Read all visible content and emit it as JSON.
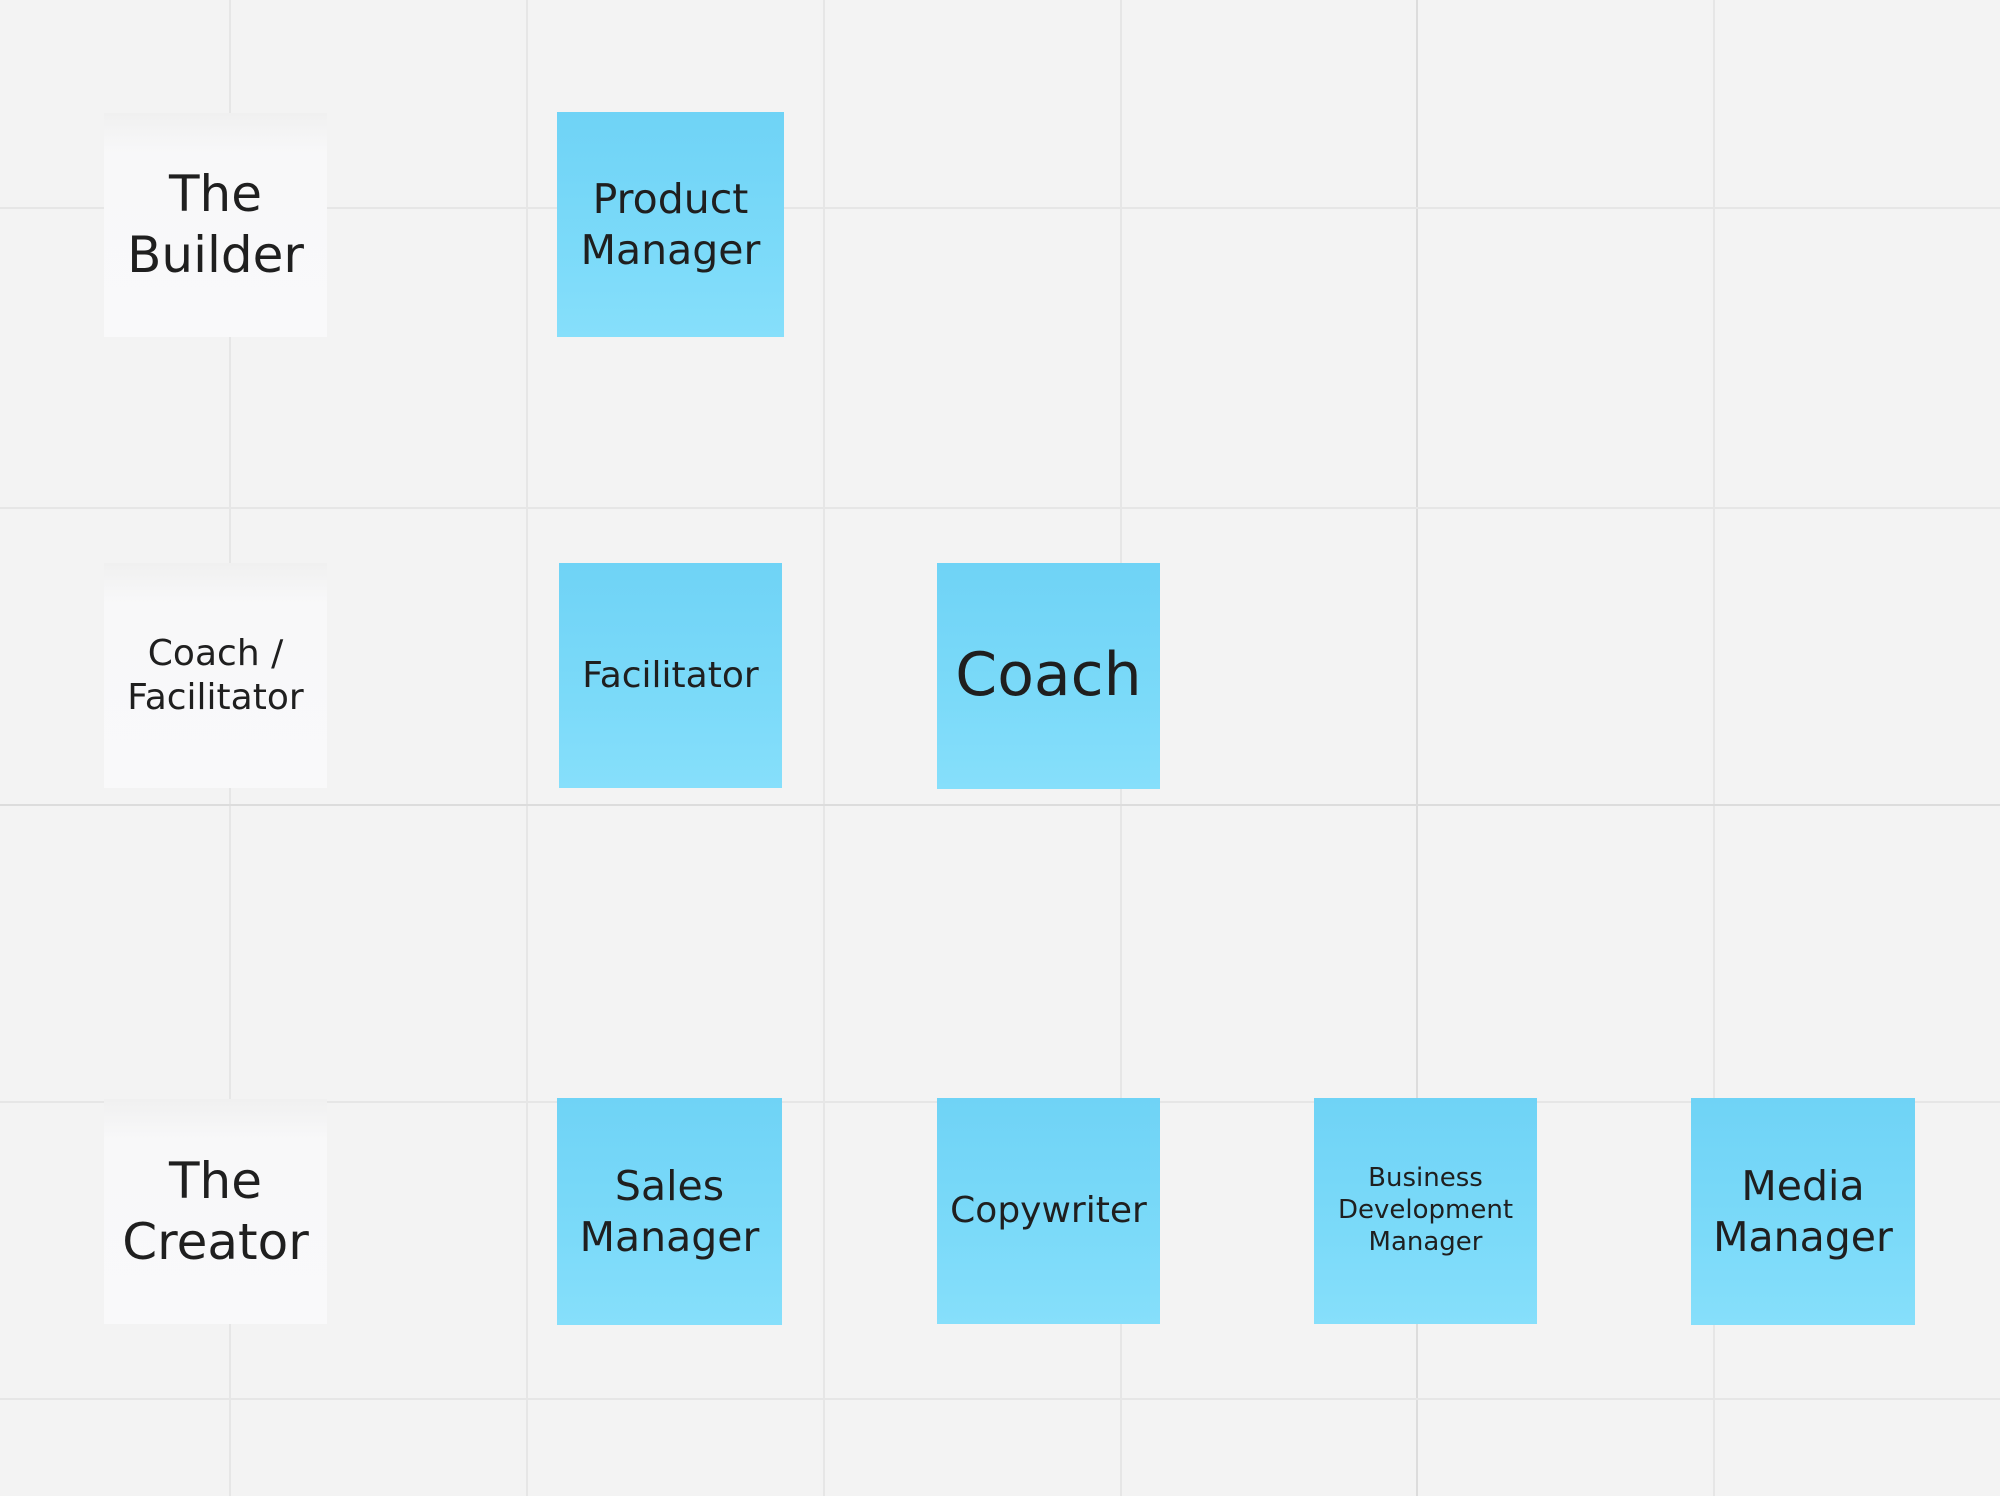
{
  "board": {
    "background_color": "#f3f3f3",
    "sticky_colors": {
      "label": "#f8f8f9",
      "role": "#7bdaf9"
    },
    "rows": [
      {
        "label": "The Builder",
        "roles": [
          "Product Manager"
        ]
      },
      {
        "label": "Coach / Facilitator",
        "roles": [
          "Facilitator",
          "Coach"
        ]
      },
      {
        "label": "The Creator",
        "roles": [
          "Sales Manager",
          "Copywriter",
          "Business Development Manager",
          "Media Manager"
        ]
      }
    ]
  }
}
